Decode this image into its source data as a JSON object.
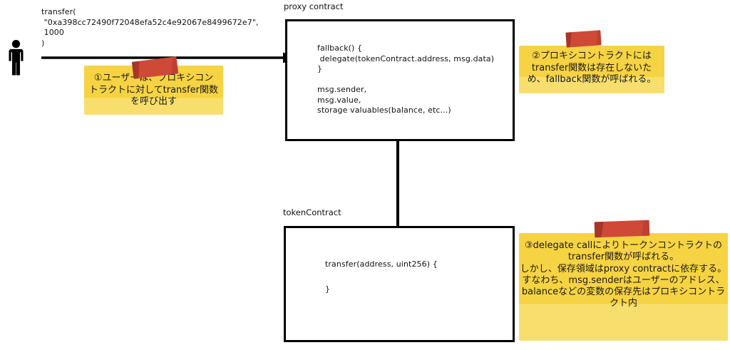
{
  "user_call": {
    "code": "transfer(\n \"0xa398cc72490f72048efa52c4e92067e8499672e7\",\n 1000\n)"
  },
  "actor": {
    "icon": "person"
  },
  "proxy": {
    "label": "proxy contract",
    "code": "fallback() {\n delegate(tokenContract.address, msg.data)\n}\n\nmsg.sender,\nmsg.value,\nstorage valuables(balance, etc...)"
  },
  "token": {
    "label": "tokenContract",
    "code": "transfer(address, uint256) {\n\n}"
  },
  "notes": [
    {
      "text": "①ユーザーは、プロキシコン\nトラクトに対してtransfer関数\nを呼び出す"
    },
    {
      "text": "②プロキシコントラクトには\ntransfer関数は存在しないた\nめ、fallback関数が呼ばれる。"
    },
    {
      "text": "③delegate callによりトークンコントラクトの\ntransfer関数が呼ばれる。\nしかし、保存領域はproxy contractに依存する。\nすなわち、msg.senderはユーザーのアドレス、\nbalanceなどの変数の保存先はプロキシコントラ\nクト内"
    }
  ],
  "colors": {
    "note_yellow": "#f6d343",
    "note_yellow_light": "#f8df6d",
    "tape_red": "#cf4937",
    "line_black": "#000000"
  }
}
